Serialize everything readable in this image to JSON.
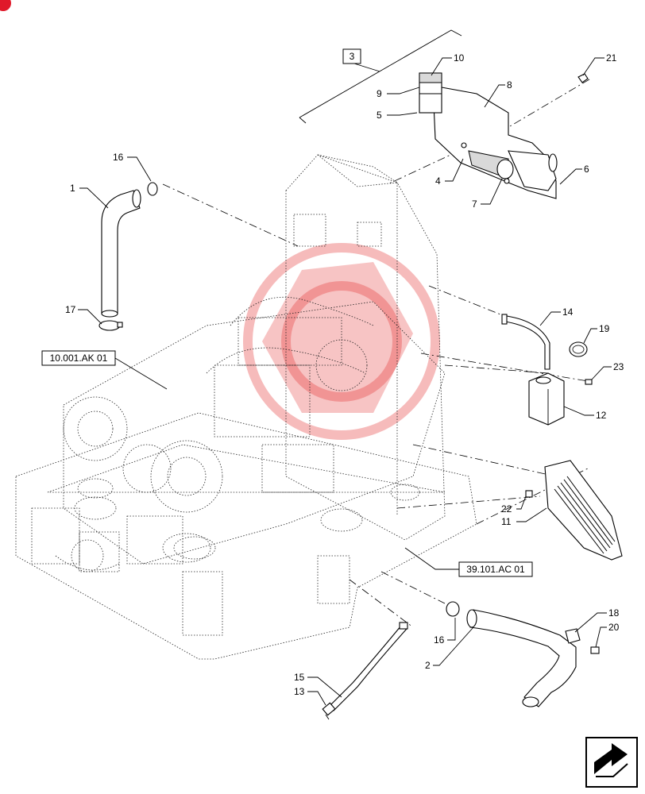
{
  "diagram": {
    "reference_boxes": [
      {
        "id": "ref-3",
        "label": "3"
      },
      {
        "id": "ref-engine",
        "label": "10.001.AK 01"
      },
      {
        "id": "ref-frame",
        "label": "39.101.AC 01"
      }
    ],
    "callouts": [
      "1",
      "2",
      "4",
      "5",
      "6",
      "7",
      "8",
      "9",
      "10",
      "11",
      "12",
      "13",
      "14",
      "15",
      "16",
      "16",
      "17",
      "18",
      "19",
      "20",
      "21",
      "22",
      "23"
    ],
    "watermark_text": "",
    "colors": {
      "line": "#000000",
      "watermark": "#e43b3b",
      "badge": "#e0192a",
      "shade": "#d9d9d9"
    }
  }
}
